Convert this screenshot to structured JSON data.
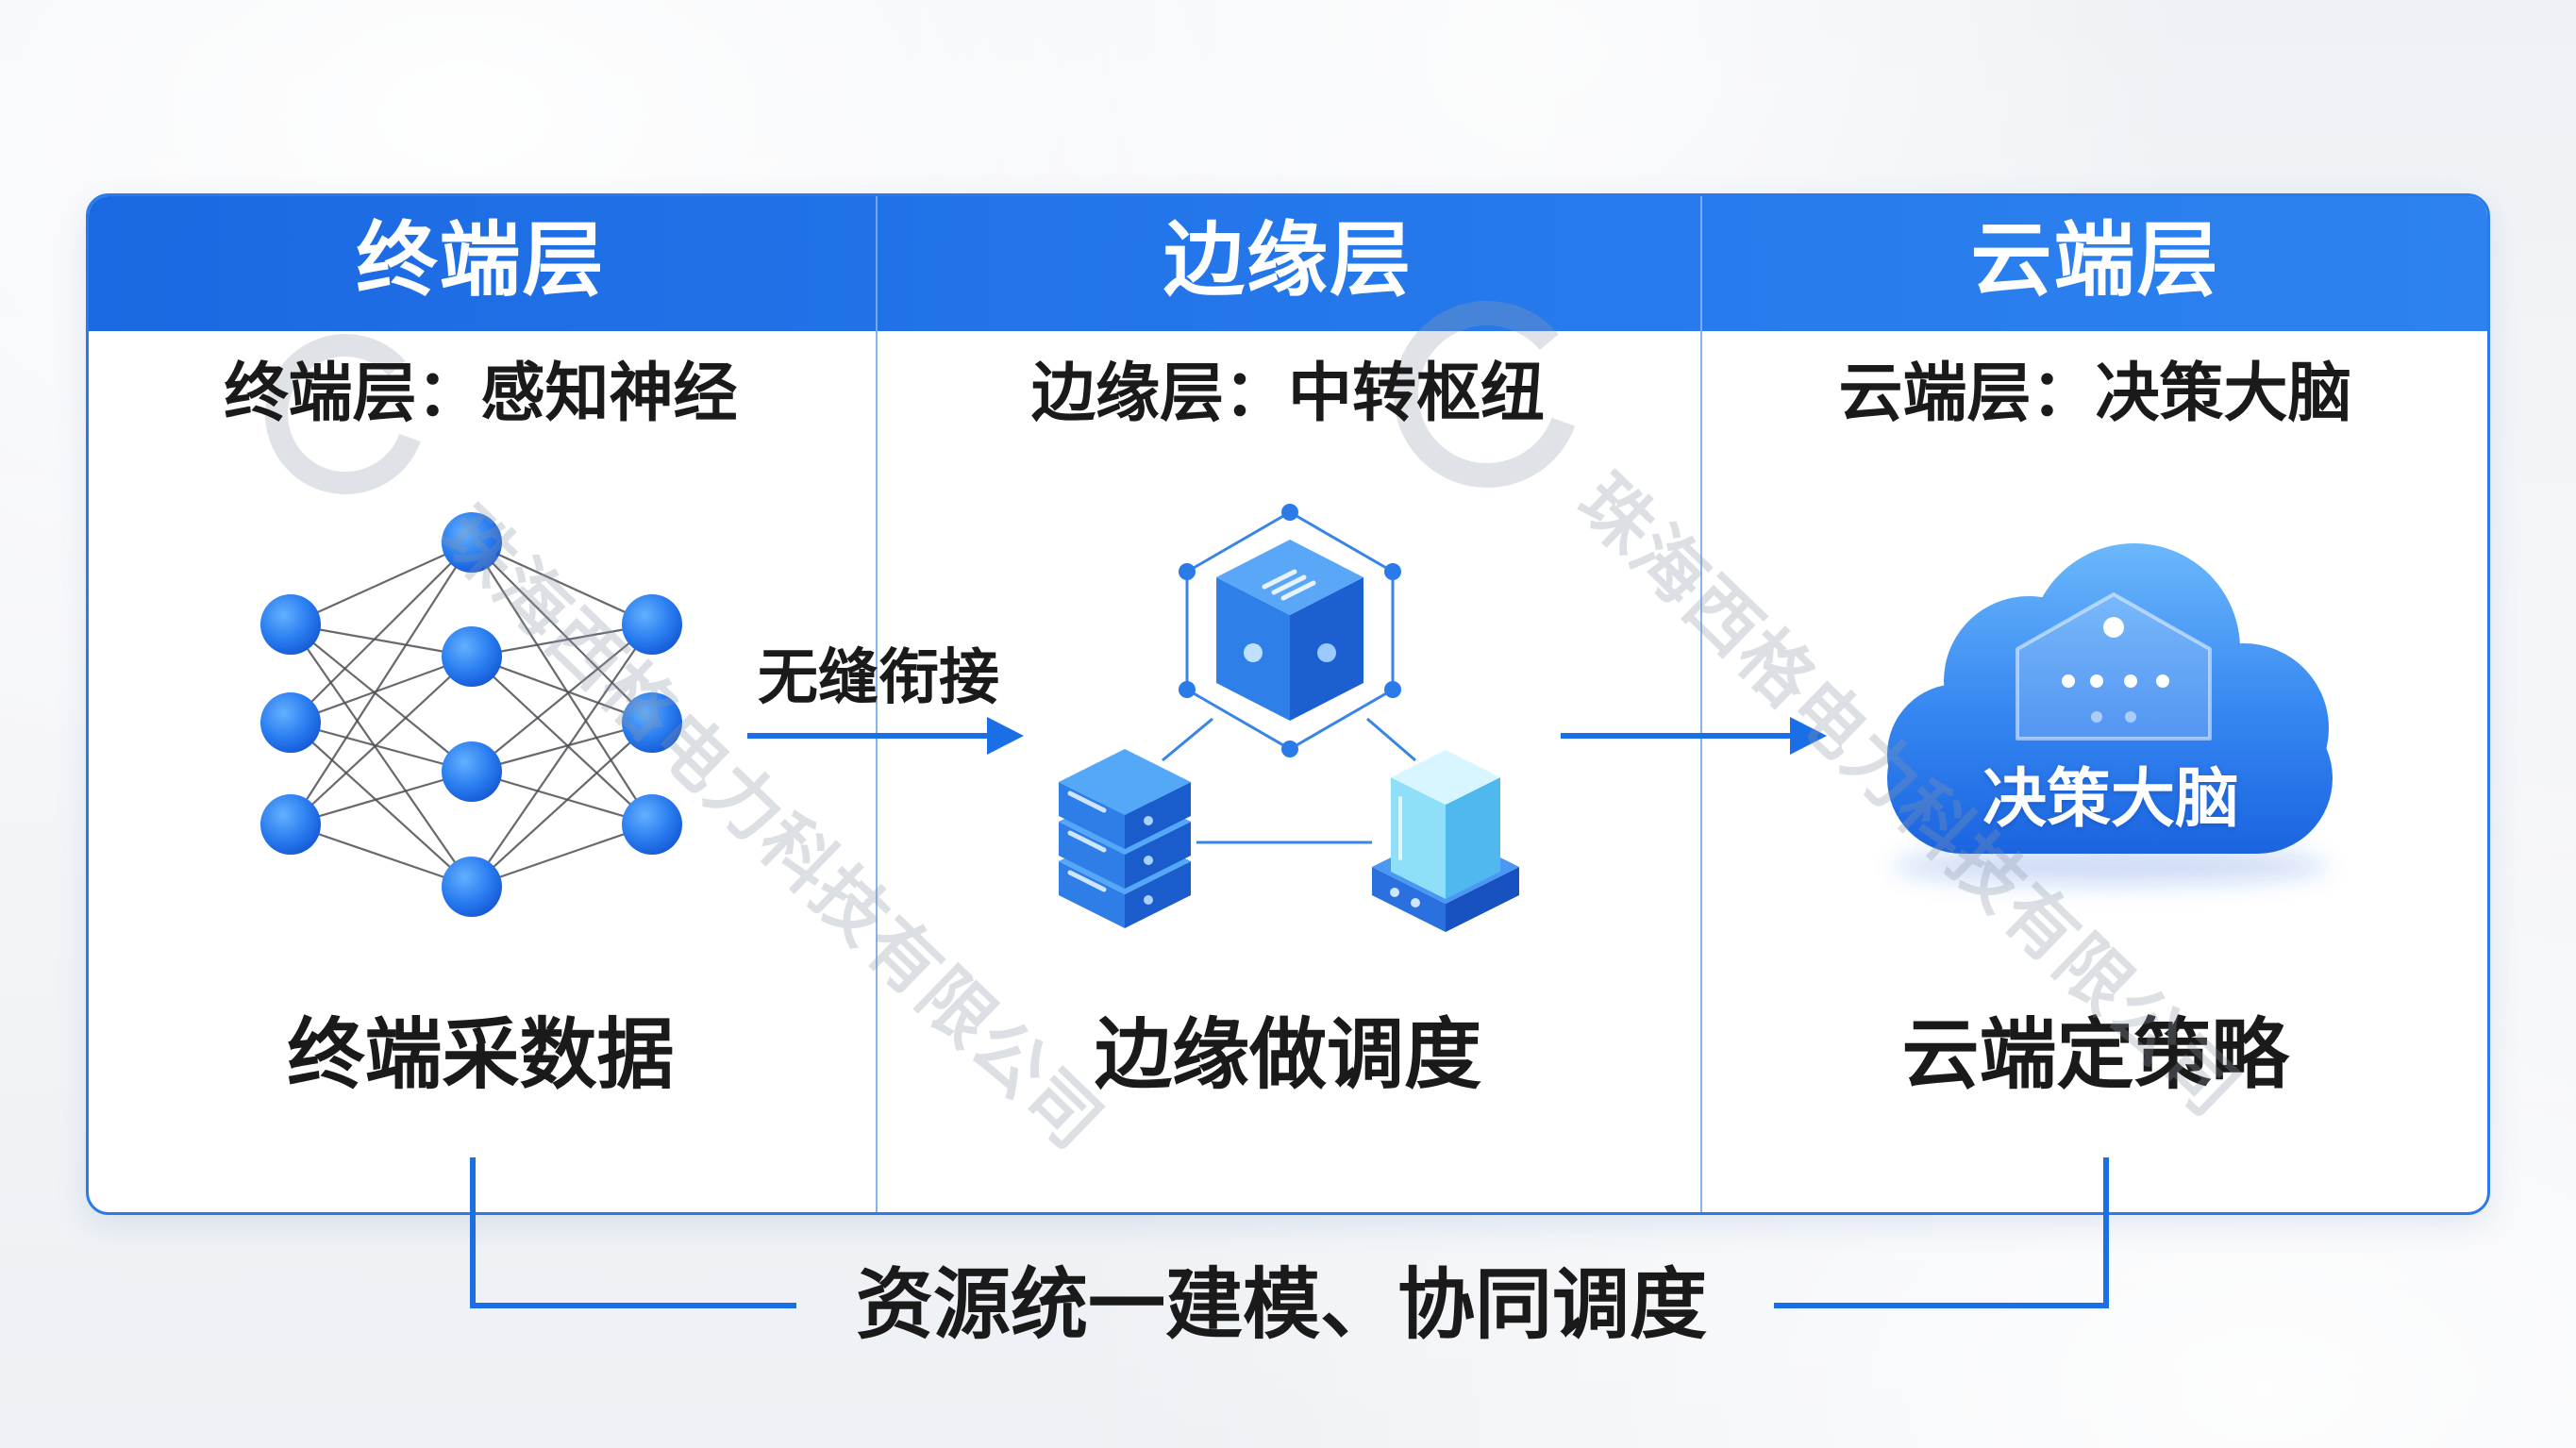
{
  "columns": [
    {
      "header": "终端层",
      "subtitle": "终端层：感知神经",
      "caption": "终端采数据"
    },
    {
      "header": "边缘层",
      "subtitle": "边缘层：中转枢纽",
      "caption": "边缘做调度"
    },
    {
      "header": "云端层",
      "subtitle": "云端层：决策大脑",
      "caption": "云端定策略"
    }
  ],
  "connector": {
    "label": "无缝衔接"
  },
  "cloud": {
    "label": "决策大脑"
  },
  "footer": {
    "label": "资源统一建模、协同调度"
  },
  "watermark": {
    "text": "珠海西格电力科技有限公司"
  },
  "colors": {
    "primary_blue": "#2a7be9",
    "header_band": "#2477ea",
    "text": "#1a1a1a",
    "connector_line": "#1a6fe6"
  },
  "icons": {
    "terminal": "neural-network-icon",
    "edge": "edge-server-hub-icon",
    "cloud": "cloud-brain-icon",
    "watermark_logo": "watermark-logo-icon"
  }
}
